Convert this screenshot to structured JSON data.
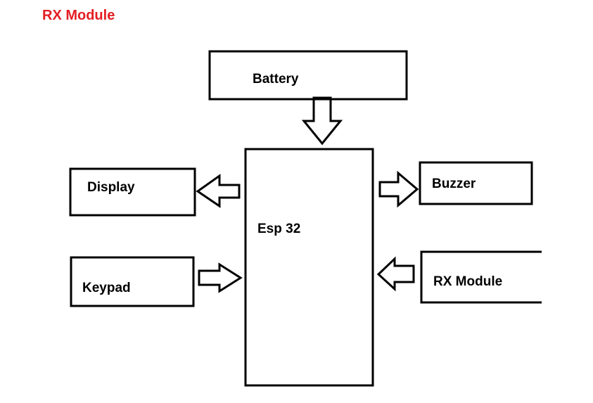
{
  "page_title": "RX Module",
  "colors": {
    "title": "#e31e24",
    "stroke": "#000000",
    "background": "#ffffff"
  },
  "blocks": {
    "battery": "Battery",
    "esp32": "Esp 32",
    "display": "Display",
    "keypad": "Keypad",
    "buzzer": "Buzzer",
    "rx_module": "RX Module"
  }
}
